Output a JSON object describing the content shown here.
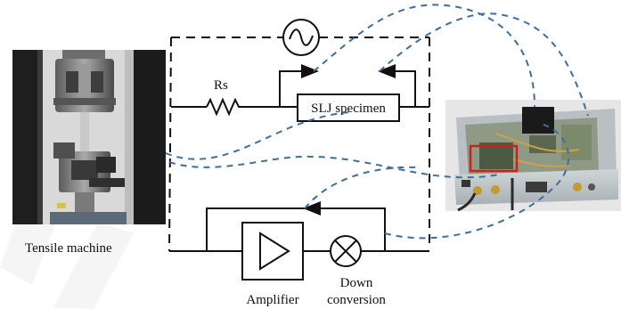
{
  "labels": {
    "tensile_machine": "Tensile machine",
    "rs": "Rs",
    "slj_specimen": "SLJ specimen",
    "amplifier": "Amplifier",
    "down_conversion_line1": "Down",
    "down_conversion_line2": "conversion"
  },
  "colors": {
    "circuit": "#111111",
    "link_dashed": "#3f6e9c",
    "highlight_box": "#d0201a",
    "watermark": "#e8e8e8"
  },
  "icons": {
    "source": "ac-source-icon",
    "resistor": "resistor-icon",
    "amplifier": "amplifier-triangle-icon",
    "mixer": "mixer-x-icon"
  }
}
